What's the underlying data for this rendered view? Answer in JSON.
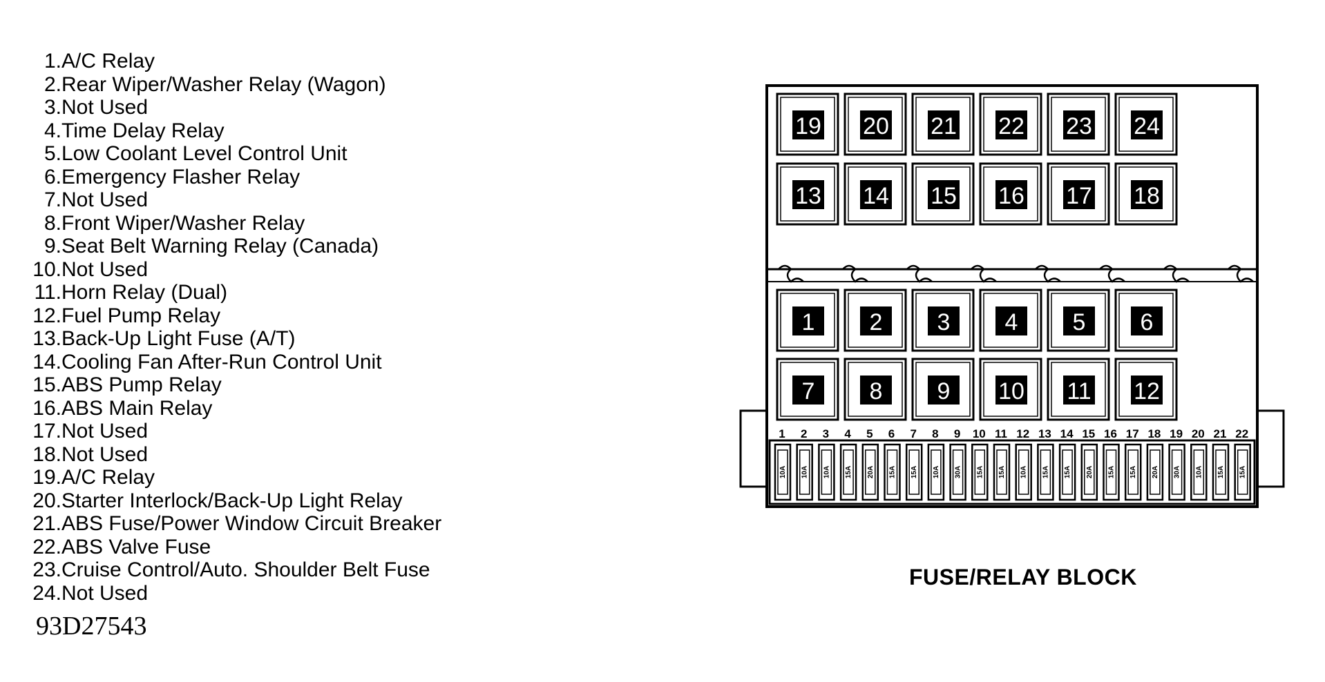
{
  "legend": [
    {
      "num": "1.",
      "text": "A/C Relay"
    },
    {
      "num": "2.",
      "text": "Rear Wiper/Washer Relay (Wagon)"
    },
    {
      "num": "3.",
      "text": "Not Used"
    },
    {
      "num": "4.",
      "text": "Time Delay Relay"
    },
    {
      "num": "5.",
      "text": "Low Coolant Level Control Unit"
    },
    {
      "num": "6.",
      "text": "Emergency Flasher Relay"
    },
    {
      "num": "7.",
      "text": "Not Used"
    },
    {
      "num": "8.",
      "text": "Front Wiper/Washer Relay"
    },
    {
      "num": "9.",
      "text": "Seat Belt Warning Relay (Canada)"
    },
    {
      "num": "10.",
      "text": "Not Used"
    },
    {
      "num": "11.",
      "text": "Horn Relay (Dual)"
    },
    {
      "num": "12.",
      "text": "Fuel Pump Relay"
    },
    {
      "num": "13.",
      "text": "Back-Up Light Fuse (A/T)"
    },
    {
      "num": "14.",
      "text": "Cooling Fan After-Run Control Unit"
    },
    {
      "num": "15.",
      "text": "ABS Pump Relay"
    },
    {
      "num": "16.",
      "text": "ABS Main Relay"
    },
    {
      "num": "17.",
      "text": "Not Used"
    },
    {
      "num": "18.",
      "text": "Not Used"
    },
    {
      "num": "19.",
      "text": "A/C Relay"
    },
    {
      "num": "20.",
      "text": "Starter Interlock/Back-Up Light Relay"
    },
    {
      "num": "21.",
      "text": "ABS Fuse/Power Window Circuit Breaker"
    },
    {
      "num": "22.",
      "text": "ABS Valve Fuse"
    },
    {
      "num": "23.",
      "text": "Cruise Control/Auto. Shoulder Belt Fuse"
    },
    {
      "num": "24.",
      "text": "Not Used"
    }
  ],
  "reference_code": "93D27543",
  "caption": "FUSE/RELAY BLOCK",
  "relay_rows": [
    [
      "19",
      "20",
      "21",
      "22",
      "23",
      "24"
    ],
    [
      "13",
      "14",
      "15",
      "16",
      "17",
      "18"
    ],
    [
      "1",
      "2",
      "3",
      "4",
      "5",
      "6"
    ],
    [
      "7",
      "8",
      "9",
      "10",
      "11",
      "12"
    ]
  ],
  "fuse_numbers": [
    "1",
    "2",
    "3",
    "4",
    "5",
    "6",
    "7",
    "8",
    "9",
    "10",
    "11",
    "12",
    "13",
    "14",
    "15",
    "16",
    "17",
    "18",
    "19",
    "20",
    "21",
    "22"
  ],
  "fuse_amps": [
    "10A",
    "10A",
    "10A",
    "15A",
    "20A",
    "15A",
    "15A",
    "10A",
    "30A",
    "15A",
    "15A",
    "10A",
    "15A",
    "15A",
    "20A",
    "15A",
    "15A",
    "20A",
    "30A",
    "10A",
    "15A",
    "15A"
  ]
}
